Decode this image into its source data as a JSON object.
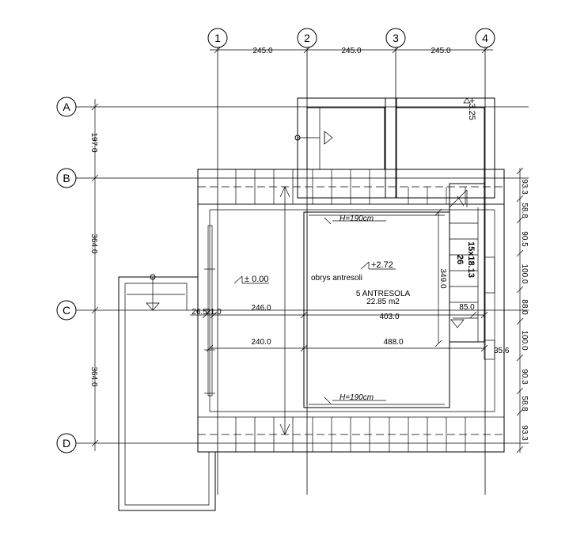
{
  "axes": {
    "columns": [
      "1",
      "2",
      "3",
      "4"
    ],
    "rows": [
      "A",
      "B",
      "C",
      "D"
    ]
  },
  "dimensions": {
    "top": [
      "245.0",
      "245.0",
      "245.0"
    ],
    "left": [
      "197.0",
      "364.0",
      "364.0"
    ],
    "right": [
      "93.3",
      "58.8",
      "90.5",
      "100.0",
      "88.0",
      "100.0",
      "90.3",
      "58.8",
      "93.3"
    ],
    "row_c_left": [
      "26.5",
      "21.0"
    ],
    "row_c_upper": [
      "246.0",
      "403.0",
      "85.0"
    ],
    "row_c_lower": [
      "240.0",
      "488.0"
    ],
    "stair_height": "349.0",
    "right_small": "35.6"
  },
  "levels": {
    "upper": "+3.25",
    "ground": "± 0.00",
    "mezzanine": "+2.72"
  },
  "labels": {
    "height_top": "H=190cm",
    "height_bottom": "H=190cm",
    "mezzanine_outline": "obrys antresoli",
    "room_name": "5 ANTRESOLA",
    "room_area": "22.85 m2",
    "stair_spec": "15x18.13",
    "stair_depth": "26"
  }
}
